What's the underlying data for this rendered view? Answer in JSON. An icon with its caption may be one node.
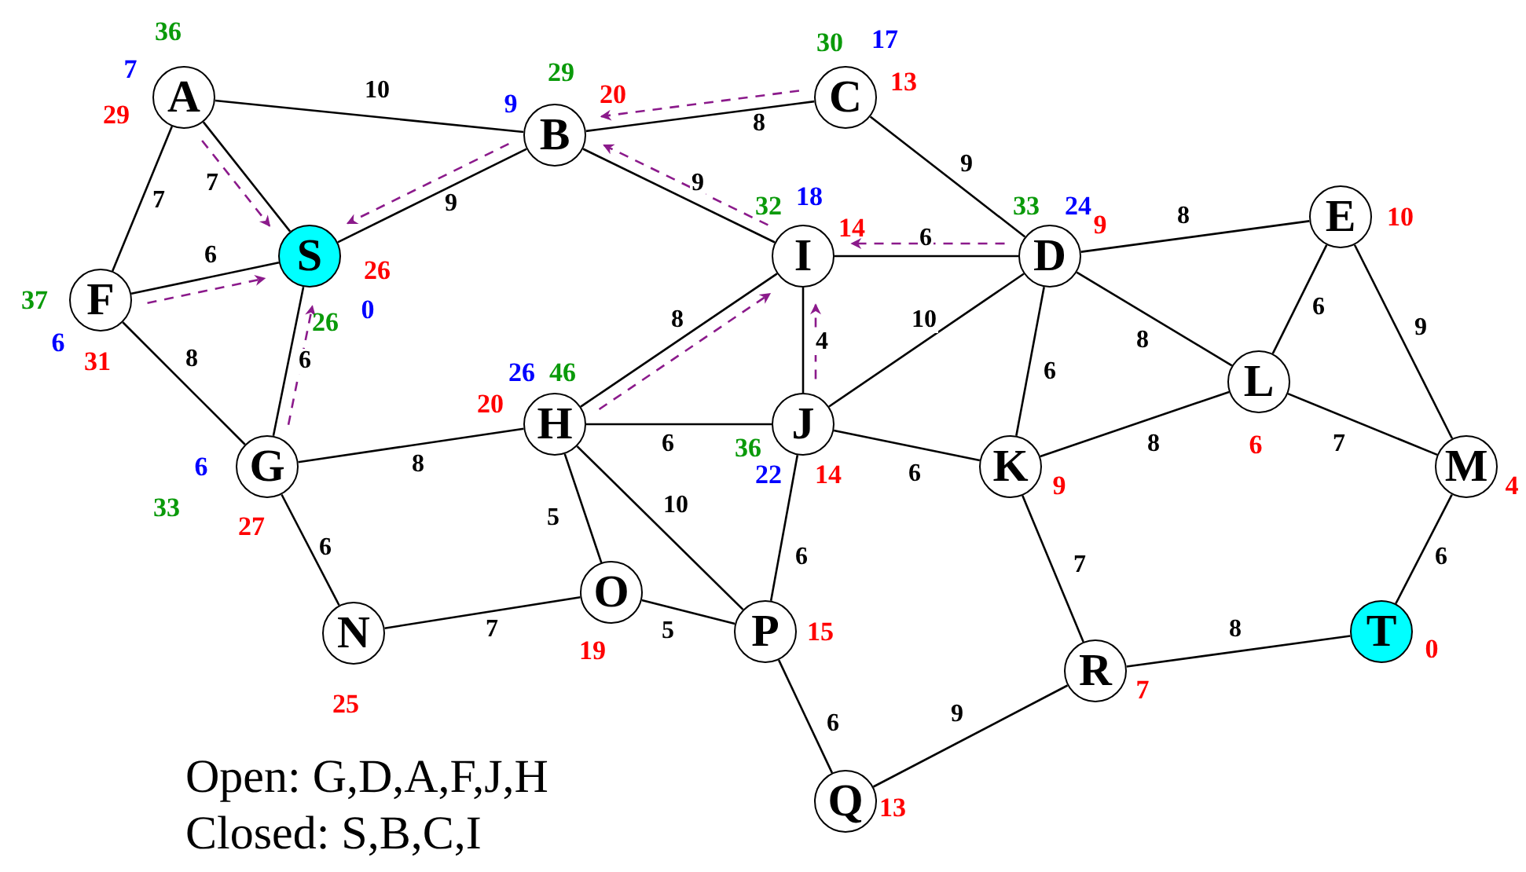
{
  "diagram": {
    "nodes": [
      {
        "text": [
          "A"
        ],
        "beside": [
          "36",
          "7",
          "29"
        ]
      },
      {
        "text": [
          "B"
        ],
        "beside": [
          "29",
          "9",
          "20"
        ]
      },
      {
        "text": [
          "C"
        ],
        "beside": [
          "30",
          "17",
          "13"
        ]
      },
      {
        "text": [
          "S"
        ],
        "beside": [
          "26",
          "0",
          "26"
        ]
      },
      {
        "text": [
          "I"
        ],
        "beside": [
          "32",
          "18",
          "14"
        ]
      },
      {
        "text": [
          "D"
        ],
        "beside": [
          "33",
          "24",
          "9"
        ]
      },
      {
        "text": [
          "E"
        ],
        "beside": [
          "10"
        ]
      },
      {
        "text": [
          "F"
        ],
        "beside": [
          "37",
          "6",
          "31"
        ]
      },
      {
        "text": [
          "L"
        ],
        "beside": [
          "6"
        ]
      },
      {
        "text": [
          "H"
        ],
        "beside": [
          "26",
          "46",
          "20"
        ]
      },
      {
        "text": [
          "J"
        ],
        "beside": [
          "36",
          "22",
          "14"
        ]
      },
      {
        "text": [
          "G"
        ],
        "beside": [
          "6",
          "33",
          "27"
        ]
      },
      {
        "text": [
          "K"
        ],
        "beside": [
          "9"
        ]
      },
      {
        "text": [
          "M"
        ],
        "beside": [
          "4"
        ]
      },
      {
        "text": [
          "O"
        ],
        "beside": [
          "19"
        ]
      },
      {
        "text": [
          "N"
        ],
        "beside": [
          "25"
        ]
      },
      {
        "text": [
          "P"
        ],
        "beside": [
          "15"
        ]
      },
      {
        "text": [
          "R"
        ],
        "beside": [
          "7"
        ]
      },
      {
        "text": [
          "T"
        ],
        "beside": [
          "0"
        ]
      },
      {
        "text": [
          "Q"
        ],
        "beside": [
          "13"
        ]
      }
    ],
    "edges": [
      {
        "from": 0,
        "to": 1,
        "arrow": "none",
        "label": "10"
      },
      {
        "from": 0,
        "to": 3,
        "arrow": "none",
        "label": "7"
      },
      {
        "from": 0,
        "to": 7,
        "arrow": "none",
        "label": "7"
      },
      {
        "from": 7,
        "to": 3,
        "arrow": "none",
        "label": "6"
      },
      {
        "from": 7,
        "to": 11,
        "arrow": "none",
        "label": "8"
      },
      {
        "from": 3,
        "to": 11,
        "arrow": "none",
        "label": "6"
      },
      {
        "from": 3,
        "to": 1,
        "arrow": "none",
        "label": "9"
      },
      {
        "from": 1,
        "to": 2,
        "arrow": "none",
        "label": "8"
      },
      {
        "from": 1,
        "to": 4,
        "arrow": "none",
        "label": "9"
      },
      {
        "from": 2,
        "to": 5,
        "arrow": "none",
        "label": "9"
      },
      {
        "from": 4,
        "to": 5,
        "arrow": "none",
        "label": "6"
      },
      {
        "from": 4,
        "to": 10,
        "arrow": "none",
        "label": "4"
      },
      {
        "from": 10,
        "to": 5,
        "arrow": "none",
        "label": "10"
      },
      {
        "from": 5,
        "to": 6,
        "arrow": "none",
        "label": "8"
      },
      {
        "from": 5,
        "to": 8,
        "arrow": "none",
        "label": "8"
      },
      {
        "from": 5,
        "to": 12,
        "arrow": "none",
        "label": "6"
      },
      {
        "from": 6,
        "to": 8,
        "arrow": "none",
        "label": "6"
      },
      {
        "from": 6,
        "to": 13,
        "arrow": "none",
        "label": "9"
      },
      {
        "from": 8,
        "to": 12,
        "arrow": "none",
        "label": "8"
      },
      {
        "from": 8,
        "to": 13,
        "arrow": "none",
        "label": "7"
      },
      {
        "from": 9,
        "to": 4,
        "arrow": "none",
        "label": "8"
      },
      {
        "from": 11,
        "to": 9,
        "arrow": "none",
        "label": "8"
      },
      {
        "from": 9,
        "to": 10,
        "arrow": "none",
        "label": "6"
      },
      {
        "from": 11,
        "to": 15,
        "arrow": "none",
        "label": "6"
      },
      {
        "from": 9,
        "to": 14,
        "arrow": "none",
        "label": "5"
      },
      {
        "from": 9,
        "to": 16,
        "arrow": "none",
        "label": "10"
      },
      {
        "from": 10,
        "to": 12,
        "arrow": "none",
        "label": "6"
      },
      {
        "from": 10,
        "to": 16,
        "arrow": "none",
        "label": "6"
      },
      {
        "from": 15,
        "to": 14,
        "arrow": "none",
        "label": "7"
      },
      {
        "from": 14,
        "to": 16,
        "arrow": "none",
        "label": "5"
      },
      {
        "from": 16,
        "to": 19,
        "arrow": "none",
        "label": "6"
      },
      {
        "from": 19,
        "to": 17,
        "arrow": "none",
        "label": "9"
      },
      {
        "from": 12,
        "to": 17,
        "arrow": "none",
        "label": "7"
      },
      {
        "from": 17,
        "to": 18,
        "arrow": "none",
        "label": "8"
      },
      {
        "from": 13,
        "to": 18,
        "arrow": "none",
        "label": "6"
      },
      {
        "from": 0,
        "to": 3,
        "arrow": "to",
        "style": "dashed",
        "color": "#8b1a8b"
      },
      {
        "from": 7,
        "to": 3,
        "arrow": "to",
        "style": "dashed",
        "color": "#8b1a8b"
      },
      {
        "from": 11,
        "to": 3,
        "arrow": "to",
        "style": "dashed",
        "color": "#8b1a8b"
      },
      {
        "from": 1,
        "to": 3,
        "arrow": "to",
        "style": "dashed",
        "color": "#8b1a8b"
      },
      {
        "from": 2,
        "to": 1,
        "arrow": "to",
        "style": "dashed",
        "color": "#8b1a8b"
      },
      {
        "from": 4,
        "to": 1,
        "arrow": "to",
        "style": "dashed",
        "color": "#8b1a8b"
      },
      {
        "from": 5,
        "to": 4,
        "arrow": "to",
        "style": "dashed",
        "color": "#8b1a8b"
      },
      {
        "from": 9,
        "to": 4,
        "arrow": "to",
        "style": "dashed",
        "color": "#8b1a8b"
      },
      {
        "from": 10,
        "to": 4,
        "arrow": "to",
        "style": "dashed",
        "color": "#8b1a8b"
      }
    ],
    "labels": [
      "Open: G,D,A,F,J,H",
      "Closed: S,B,C,I"
    ]
  }
}
